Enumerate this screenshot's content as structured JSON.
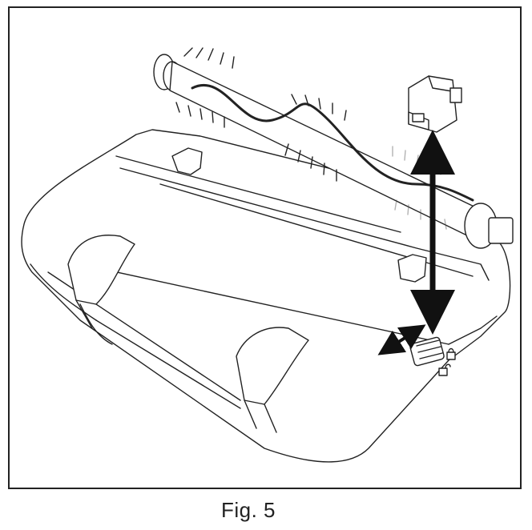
{
  "figure": {
    "caption": "Fig. 5",
    "illustration": "brush-roll-removal-diagram",
    "parts": [
      "brush-roll",
      "end-cap",
      "base-housing",
      "wheel-left",
      "wheel-right",
      "lock-slider",
      "lock-icon",
      "unlock-icon"
    ],
    "arrows": [
      "vertical-double-arrow",
      "horizontal-double-arrow"
    ],
    "colors": {
      "line": "#222222",
      "background": "#ffffff"
    }
  }
}
